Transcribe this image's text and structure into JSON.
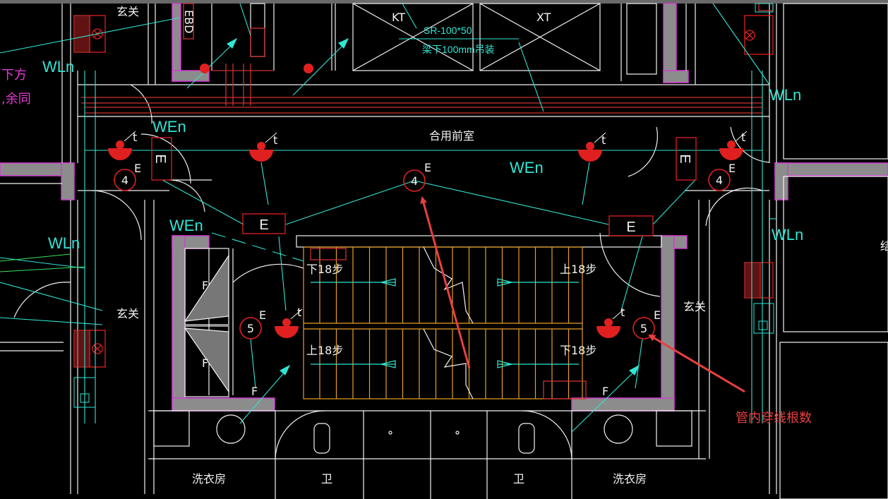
{
  "labels": {
    "kt": "KT",
    "xt": "XT",
    "duct_size": "SR-100*50",
    "duct_note": "梁下100mm吊装",
    "ebd": "EBD",
    "shared_lobby": "合用前室",
    "entrance_tl": "玄关",
    "entrance_left": "玄关",
    "entrance_right": "玄关",
    "laundry_left": "洗衣房",
    "laundry_right": "洗衣房",
    "bath_left": "卫",
    "bath_right": "卫",
    "stairs_down_top": "下18步",
    "stairs_up_top": "上18步",
    "stairs_up_bottom": "上18步",
    "stairs_down_bottom": "下18步",
    "mag_text_1": "下方",
    "mag_text_2": ",余同",
    "right_edge_char": "结",
    "annotation": "管内穿线根数"
  },
  "circuits": {
    "wln": "WLn",
    "wen": "WEn"
  },
  "symbols": {
    "emergency": "E",
    "fire": "F",
    "timer": "t",
    "wire_count_top": "4",
    "wire_count_bottom": "5"
  },
  "colors": {
    "background": "#000000",
    "wall": "#8c8c8c",
    "wall_edge": "#d23cd0",
    "circuit": "#2fe6d4",
    "red_fixture": "#e02020",
    "stair": "#e8a020",
    "annotation": "#e84040",
    "linework": "#f2f2f2"
  }
}
